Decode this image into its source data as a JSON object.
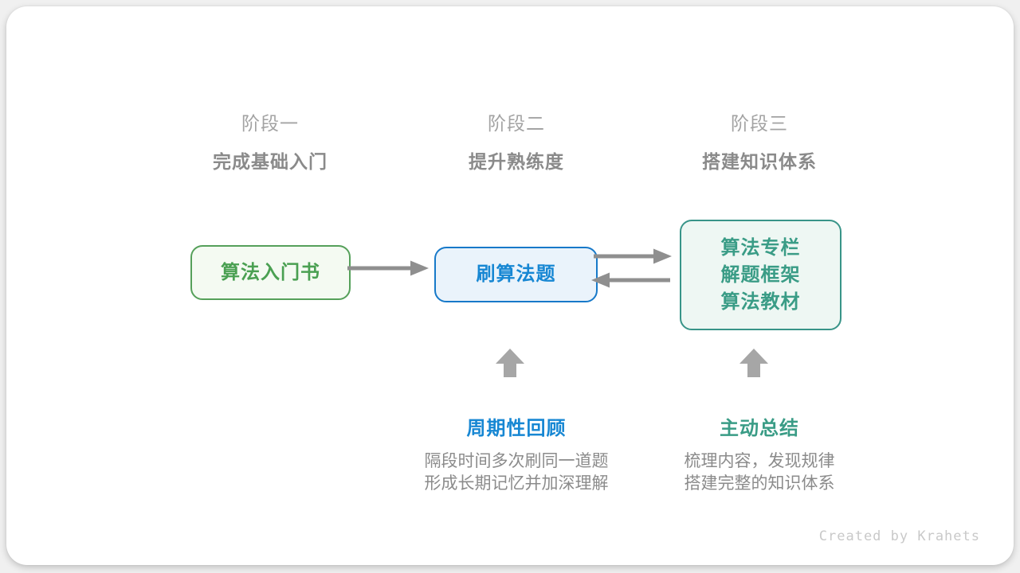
{
  "colors": {
    "green-border": "#55a05a",
    "green-fill": "#f4faf2",
    "green-text": "#4aa052",
    "blue-border": "#1779c9",
    "blue-fill": "#eaf3fb",
    "blue-text": "#1787d3",
    "teal-border": "#389488",
    "teal-fill": "#eef7f3",
    "teal-text": "#3a9c86",
    "gray-arrow": "#8f8f8f",
    "gray-up-arrow": "#a6a6a6",
    "stage-label": "#a3a3a3",
    "stage-subtitle": "#8a8a8a",
    "desc-text": "#8b8b8b",
    "credit-text": "#c9c9c9"
  },
  "stages": [
    {
      "label": "阶段一",
      "subtitle": "完成基础入门"
    },
    {
      "label": "阶段二",
      "subtitle": "提升熟练度"
    },
    {
      "label": "阶段三",
      "subtitle": "搭建知识体系"
    }
  ],
  "nodes": [
    {
      "label": "算法入门书"
    },
    {
      "label": "刷算法题"
    },
    {
      "lines": [
        "算法专栏",
        "解题框架",
        "算法教材"
      ]
    }
  ],
  "icons": [
    {
      "name": "arrow-right-icon"
    },
    {
      "name": "arrow-up-icon"
    }
  ],
  "annotations": [
    {
      "title": "周期性回顾",
      "desc_line1": "隔段时间多次刷同一道题",
      "desc_line2": "形成长期记忆并加深理解"
    },
    {
      "title": "主动总结",
      "desc_line1": "梳理内容，发现规律",
      "desc_line2": "搭建完整的知识体系"
    }
  ],
  "credit": "Created by Krahets"
}
